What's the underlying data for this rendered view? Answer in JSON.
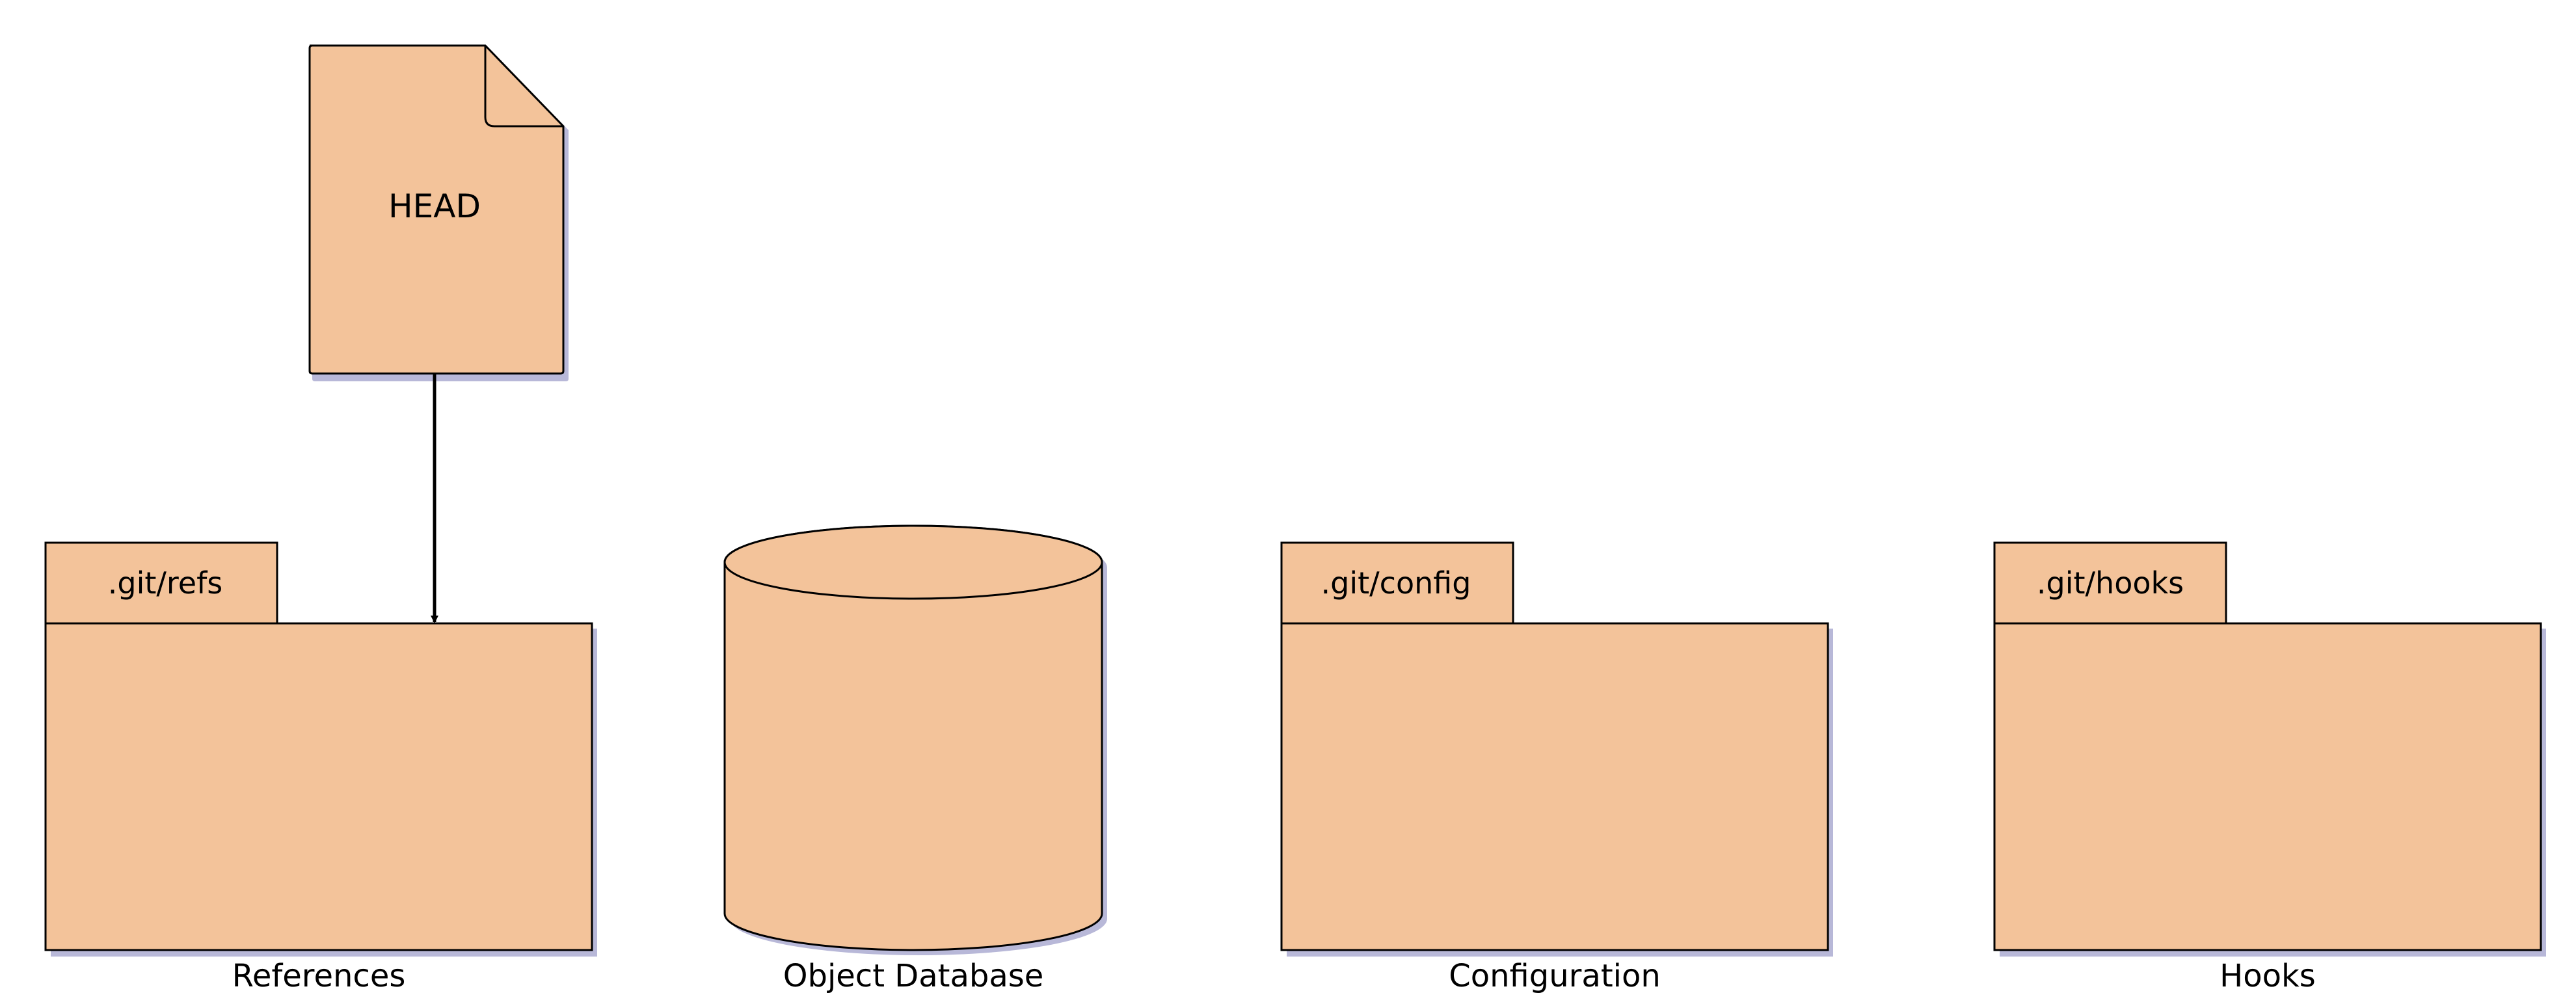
{
  "colors": {
    "fill": "#F3C39A",
    "stroke": "#000000",
    "shadow": "#B8B8D8",
    "background": "#FFFFFF"
  },
  "head_file": {
    "label": "HEAD",
    "icon": "document-icon"
  },
  "folders": {
    "refs": {
      "tab_label": ".git/refs",
      "caption": "References",
      "icon": "folder-icon"
    },
    "config": {
      "tab_label": ".git/config",
      "caption": "Configuration",
      "icon": "folder-icon"
    },
    "hooks": {
      "tab_label": ".git/hooks",
      "caption": "Hooks",
      "icon": "folder-icon"
    }
  },
  "database": {
    "caption": "Object Database",
    "icon": "cylinder-database-icon"
  },
  "edges": [
    {
      "from": "HEAD",
      "to": ".git/refs"
    }
  ]
}
